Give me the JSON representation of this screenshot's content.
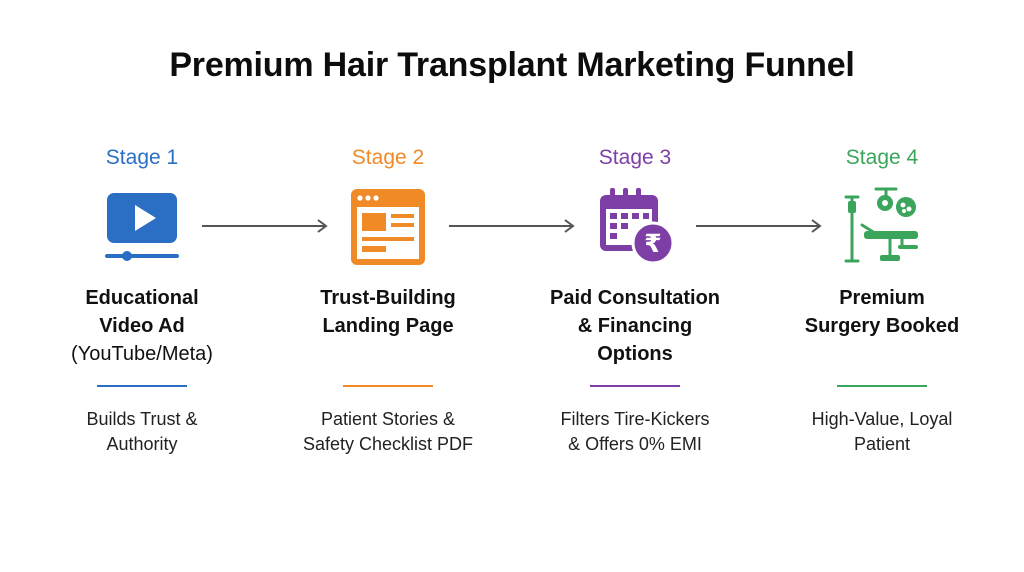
{
  "title": "Premium Hair Transplant Marketing Funnel",
  "colors": {
    "stage1": "#2b6fc4",
    "stage2": "#ef8a27",
    "stage3": "#7d3fa6",
    "stage4": "#3aa55b",
    "arrow": "#555555"
  },
  "stages": [
    {
      "label": "Stage 1",
      "heading_line1": "Educational",
      "heading_line2": "Video Ad",
      "heading_sub": "(YouTube/Meta)",
      "desc_line1": "Builds Trust &",
      "desc_line2": "Authority",
      "icon": "video-play-icon"
    },
    {
      "label": "Stage 2",
      "heading_line1": "Trust-Building",
      "heading_line2": "Landing Page",
      "desc_line1": "Patient Stories &",
      "desc_line2": "Safety Checklist PDF",
      "icon": "landing-page-icon"
    },
    {
      "label": "Stage 3",
      "heading_line1": "Paid Consultation",
      "heading_line2": "& Financing",
      "heading_line3": "Options",
      "desc_line1": "Filters Tire-Kickers",
      "desc_line2": "& Offers 0% EMI",
      "icon": "calendar-rupee-icon"
    },
    {
      "label": "Stage 4",
      "heading_line1": "Premium",
      "heading_line2": "Surgery Booked",
      "desc_line1": "High-Value, Loyal",
      "desc_line2": "Patient",
      "icon": "surgery-table-icon"
    }
  ]
}
